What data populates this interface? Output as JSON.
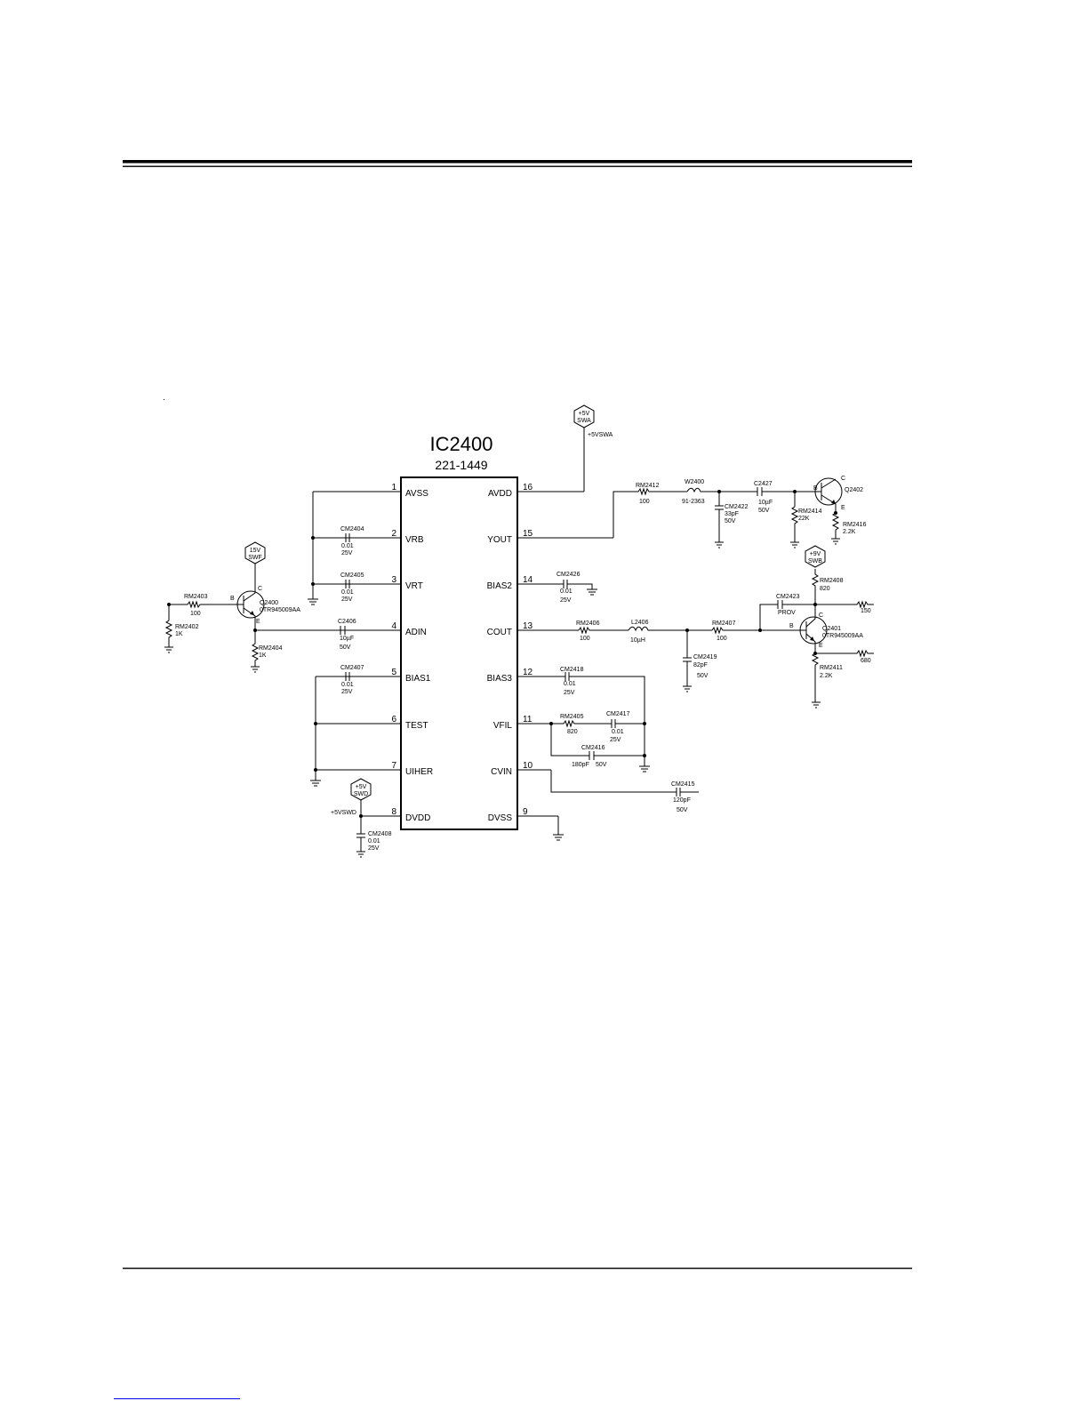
{
  "ic": {
    "name": "IC2400",
    "part_number": "221-1449",
    "left_pins": [
      {
        "num": "1",
        "name": "AVSS"
      },
      {
        "num": "2",
        "name": "VRB"
      },
      {
        "num": "3",
        "name": "VRT"
      },
      {
        "num": "4",
        "name": "ADIN"
      },
      {
        "num": "5",
        "name": "BIAS1"
      },
      {
        "num": "6",
        "name": "TEST"
      },
      {
        "num": "7",
        "name": "UIHER"
      },
      {
        "num": "8",
        "name": "DVDD"
      }
    ],
    "right_pins": [
      {
        "num": "16",
        "name": "AVDD"
      },
      {
        "num": "15",
        "name": "YOUT"
      },
      {
        "num": "14",
        "name": "BIAS2"
      },
      {
        "num": "13",
        "name": "COUT"
      },
      {
        "num": "12",
        "name": "BIAS3"
      },
      {
        "num": "11",
        "name": "VFIL"
      },
      {
        "num": "10",
        "name": "CVIN"
      },
      {
        "num": "9",
        "name": "DVSS"
      }
    ]
  },
  "supplies": {
    "swa": {
      "line1": "+5V",
      "line2": "SWA",
      "net": "+5VSWA"
    },
    "swf": {
      "line1": "15V",
      "line2": "SWF"
    },
    "swb": {
      "line1": "+9V",
      "line2": "SWB"
    },
    "swd": {
      "line1": "+5V",
      "line2": "SWD",
      "net": "+5VSWD"
    }
  },
  "components": {
    "cm2404": {
      "ref": "CM2404",
      "value": "0.01",
      "rating": "25V"
    },
    "cm2405": {
      "ref": "CM2405",
      "value": "0.01",
      "rating": "25V"
    },
    "c2406": {
      "ref": "C2406",
      "value": "10µF",
      "rating": "50V"
    },
    "cm2407": {
      "ref": "CM2407",
      "value": "0.01",
      "rating": "25V"
    },
    "cm2408": {
      "ref": "CM2408",
      "value": "0.01",
      "rating": "25V"
    },
    "cm2426": {
      "ref": "CM2426",
      "value": "0.01",
      "rating": "25V"
    },
    "cm2418": {
      "ref": "CM2418",
      "value": "0.01",
      "rating": "25V"
    },
    "cm2417": {
      "ref": "CM2417",
      "value": "0.01",
      "rating": "25V"
    },
    "cm2416": {
      "ref": "CM2416",
      "value": "180pF",
      "rating": "50V"
    },
    "cm2415": {
      "ref": "CM2415",
      "value": "120pF",
      "rating": "50V"
    },
    "cm2419": {
      "ref": "CM2419",
      "value": "82pF",
      "rating": "50V"
    },
    "cm2422": {
      "ref": "CM2422",
      "value": "33pF",
      "rating": "50V"
    },
    "c2427": {
      "ref": "C2427",
      "value": "10µF",
      "rating": "50V"
    },
    "cm2423": {
      "ref": "CM2423",
      "value": "PROV"
    },
    "rm2403": {
      "ref": "RM2403",
      "value": "100"
    },
    "rm2402": {
      "ref": "RM2402",
      "value": "1K"
    },
    "rm2404": {
      "ref": "RM2404",
      "value": "1K"
    },
    "rm2405": {
      "ref": "RM2405",
      "value": "820"
    },
    "rm2406": {
      "ref": "RM2406",
      "value": "100"
    },
    "rm2407": {
      "ref": "RM2407",
      "value": "100"
    },
    "rm2408": {
      "ref": "RM2408",
      "value": "820"
    },
    "rm2411": {
      "ref": "RM2411",
      "value": "2.2K"
    },
    "rm2412": {
      "ref": "RM2412",
      "value": "100"
    },
    "rm2414": {
      "ref": "RM2414",
      "value": "22K"
    },
    "rm2416": {
      "ref": "RM2416",
      "value": "2.2K"
    },
    "l2406": {
      "ref": "L2406",
      "value": "10µH"
    },
    "w2400": {
      "ref": "W2400",
      "value": "91-2363"
    },
    "q2400": {
      "ref": "Q2400",
      "value": "0TR945009AA",
      "b": "B",
      "c": "C",
      "e": "E"
    },
    "q2401": {
      "ref": "Q2401",
      "value": "0TR945009AA",
      "b": "B",
      "c": "C",
      "e": "E"
    },
    "q2402": {
      "ref": "Q2402",
      "b": "B",
      "c": "C",
      "e": "E"
    }
  },
  "outputs": {
    "r150": "150",
    "r680": "680"
  }
}
